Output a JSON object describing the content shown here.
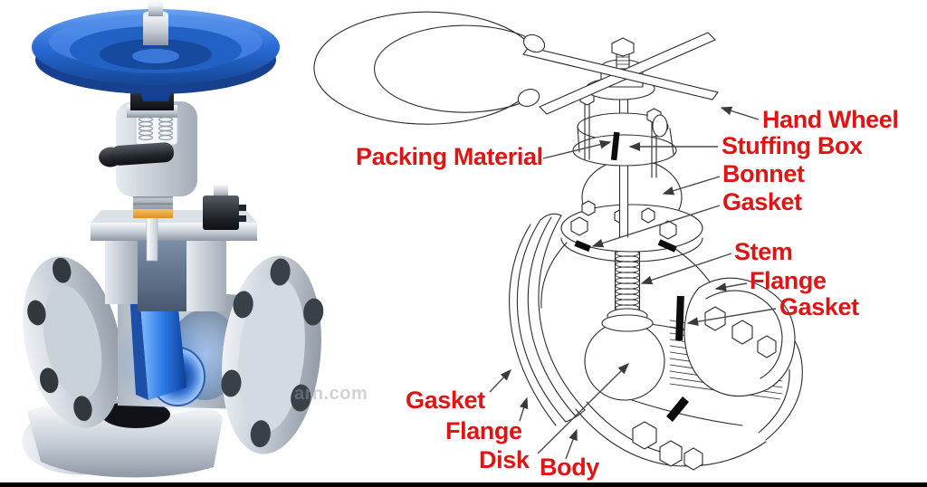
{
  "diagram": {
    "subject": "globe-valve-parts-diagram",
    "label_color": "#dd1515",
    "line_color": "#2b2b2e",
    "handwheel_color": "#2a6ad8",
    "disk_color": "#2e7de8",
    "watermark": "arn.com",
    "labels": {
      "packing_material": "Packing Material",
      "hand_wheel": "Hand Wheel",
      "stuffing_box": "Stuffing Box",
      "bonnet": "Bonnet",
      "bonnet_gasket": "Gasket",
      "stem": "Stem",
      "flange_right": "Flange",
      "gasket_right": "Gasket",
      "gasket_left": "Gasket",
      "flange_left": "Flange",
      "disk": "Disk",
      "body": "Body"
    }
  }
}
